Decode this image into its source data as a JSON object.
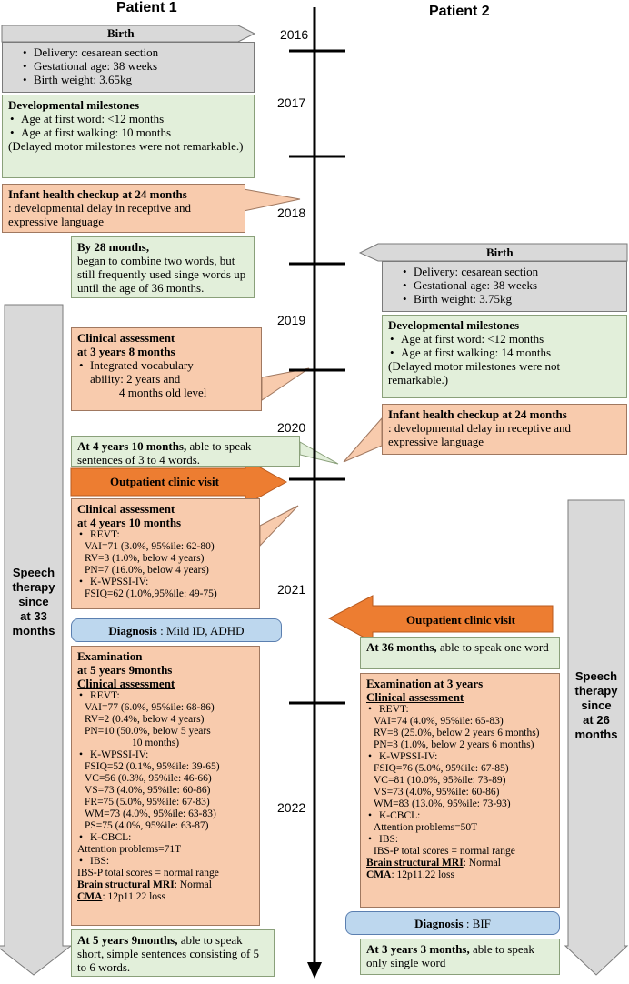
{
  "headers": {
    "patient1": "Patient 1",
    "patient2": "Patient 2"
  },
  "years": [
    "2016",
    "2017",
    "2018",
    "2019",
    "2020",
    "2021",
    "2022"
  ],
  "colors": {
    "gray": "#d9d9d9",
    "green": "#e2efda",
    "salmon": "#f8cbad",
    "orange": "#ed7d31",
    "blue": "#bdd7ee"
  },
  "p1": {
    "birth": {
      "title": "Birth",
      "items": [
        "Delivery:  cesarean section",
        "Gestational age: 38 weeks",
        "Birth weight: 3.65kg"
      ]
    },
    "milestones": {
      "title": "Developmental milestones",
      "items": [
        "Age at first word: <12 months",
        "Age at first walking:  10 months"
      ],
      "note": "(Delayed motor milestones  were not remarkable.)"
    },
    "checkup": {
      "title": "Infant health checkup at 24 months",
      "text": ": developmental delay in receptive and expressive language"
    },
    "m28": {
      "title": "By 28 months,",
      "text": "began to combine two words, but still frequently used singe words up until the age of 36 months."
    },
    "assess1": {
      "title1": "Clinical assessment",
      "title2": "at 3 years 8 months",
      "item": "Integrated vocabulary",
      "l2": "ability:  2 years and",
      "l3": "4 months old level"
    },
    "speak1": {
      "bold": "At 4 years 10 months,",
      "text": " able to speak sentences of 3 to 4 words."
    },
    "visit": "Outpatient clinic visit",
    "assess2": {
      "title1": "Clinical assessment",
      "title2": "at 4 years 10 months",
      "revt": "REVT:",
      "vai": "VAI=71 (3.0%, 95%ile:  62-80)",
      "rv": "RV=3 (1.0%, below 4 years)",
      "pn": "PN=7 (16.0%, below 4 years)",
      "kw": "K-WPSSI-IV:",
      "fsiq": "FSIQ=62 (1.0%,95%ile: 49-75)"
    },
    "diagnosis": {
      "label": "Diagnosis",
      "value": " : Mild ID, ADHD"
    },
    "exam": {
      "t1": "Examination",
      "t2": "at 5 years 9months",
      "t3": "Clinical assessment",
      "revt": "REVT:",
      "vai": "VAI=77 (6.0%, 95%ile:  68-86)",
      "rv": "RV=2 (0.4%, below 4 years)",
      "pn": "PN=10 (50.0%, below 5 years",
      "pn2": "10 months)",
      "kw": "K-WPSSI-IV:",
      "fsiq": "FSIQ=52 (0.1%, 95%ile:  39-65)",
      "vc": "VC=56 (0.3%, 95%ile:  46-66)",
      "vs": "VS=73 (4.0%, 95%ile:  60-86)",
      "fr": "FR=75 (5.0%, 95%ile:  67-83)",
      "wm": "WM=73 (4.0%, 95%ile:  63-83)",
      "ps": "PS=75 (4.0%, 95%ile:  63-87)",
      "kc": "K-CBCL:",
      "att": "Attention problems=71T",
      "ibs": "IBS:",
      "ibsp": "IBS-P total scores = normal range",
      "mri": "Brain structural MRI",
      "mriv": ": Normal",
      "cma": "CMA",
      "cmav": ":  12p11.22 loss"
    },
    "final": {
      "bold": "At 5 years 9months,",
      "text": " able to speak short, simple sentences consisting of 5 to 6 words."
    },
    "therapy": [
      "Speech",
      "therapy",
      "since",
      "at 33",
      "months"
    ]
  },
  "p2": {
    "birth": {
      "title": "Birth",
      "items": [
        "Delivery:  cesarean section",
        "Gestational  age:  38 weeks",
        "Birth  weight: 3.75kg"
      ]
    },
    "milestones": {
      "title": "Developmental milestones",
      "items": [
        "Age at first  word:  <12 months",
        "Age at first walking:   14 months"
      ],
      "note": "(Delayed motor milestones  were not remarkable.)"
    },
    "checkup": {
      "title": "Infant health checkup at 24 months",
      "text": ": developmental delay in receptive and expressive language"
    },
    "visit": "Outpatient clinic visit",
    "m36": {
      "bold": "At 36 months,",
      "text": " able to speak one word"
    },
    "exam": {
      "t1": "Examination  at 3 years",
      "t2": "Clinical assessment",
      "revt": "REVT:",
      "vai": "VAI=74 (4.0%, 95%ile:  65-83)",
      "rv": "RV=8 (25.0%, below 2 years 6 months)",
      "pn": "PN=3 (1.0%, below 2 years 6 months)",
      "kw": "K-WPSSI-IV:",
      "fsiq": "FSIQ=76 (5.0%, 95%ile:  67-85)",
      "vc": "VC=81 (10.0%, 95%ile:  73-89)",
      "vs": "VS=73 (4.0%, 95%ile:  60-86)",
      "wm": "WM=83 (13.0%, 95%ile:  73-93)",
      "kc": "K-CBCL:",
      "att": "Attention  problems=50T",
      "ibs": "IBS:",
      "ibsp": "IBS-P total scores = normal range",
      "mri": "Brain structural MRI",
      "mriv": ": Normal",
      "cma": "CMA",
      "cmav": ":  12p11.22  loss"
    },
    "diagnosis": {
      "label": "Diagnosis",
      "value": " : BIF"
    },
    "final": {
      "bold": "At 3 years 3 months,",
      "text": " able to speak only single word"
    },
    "therapy": [
      "Speech",
      "therapy",
      "since",
      "at 26",
      "months"
    ]
  }
}
